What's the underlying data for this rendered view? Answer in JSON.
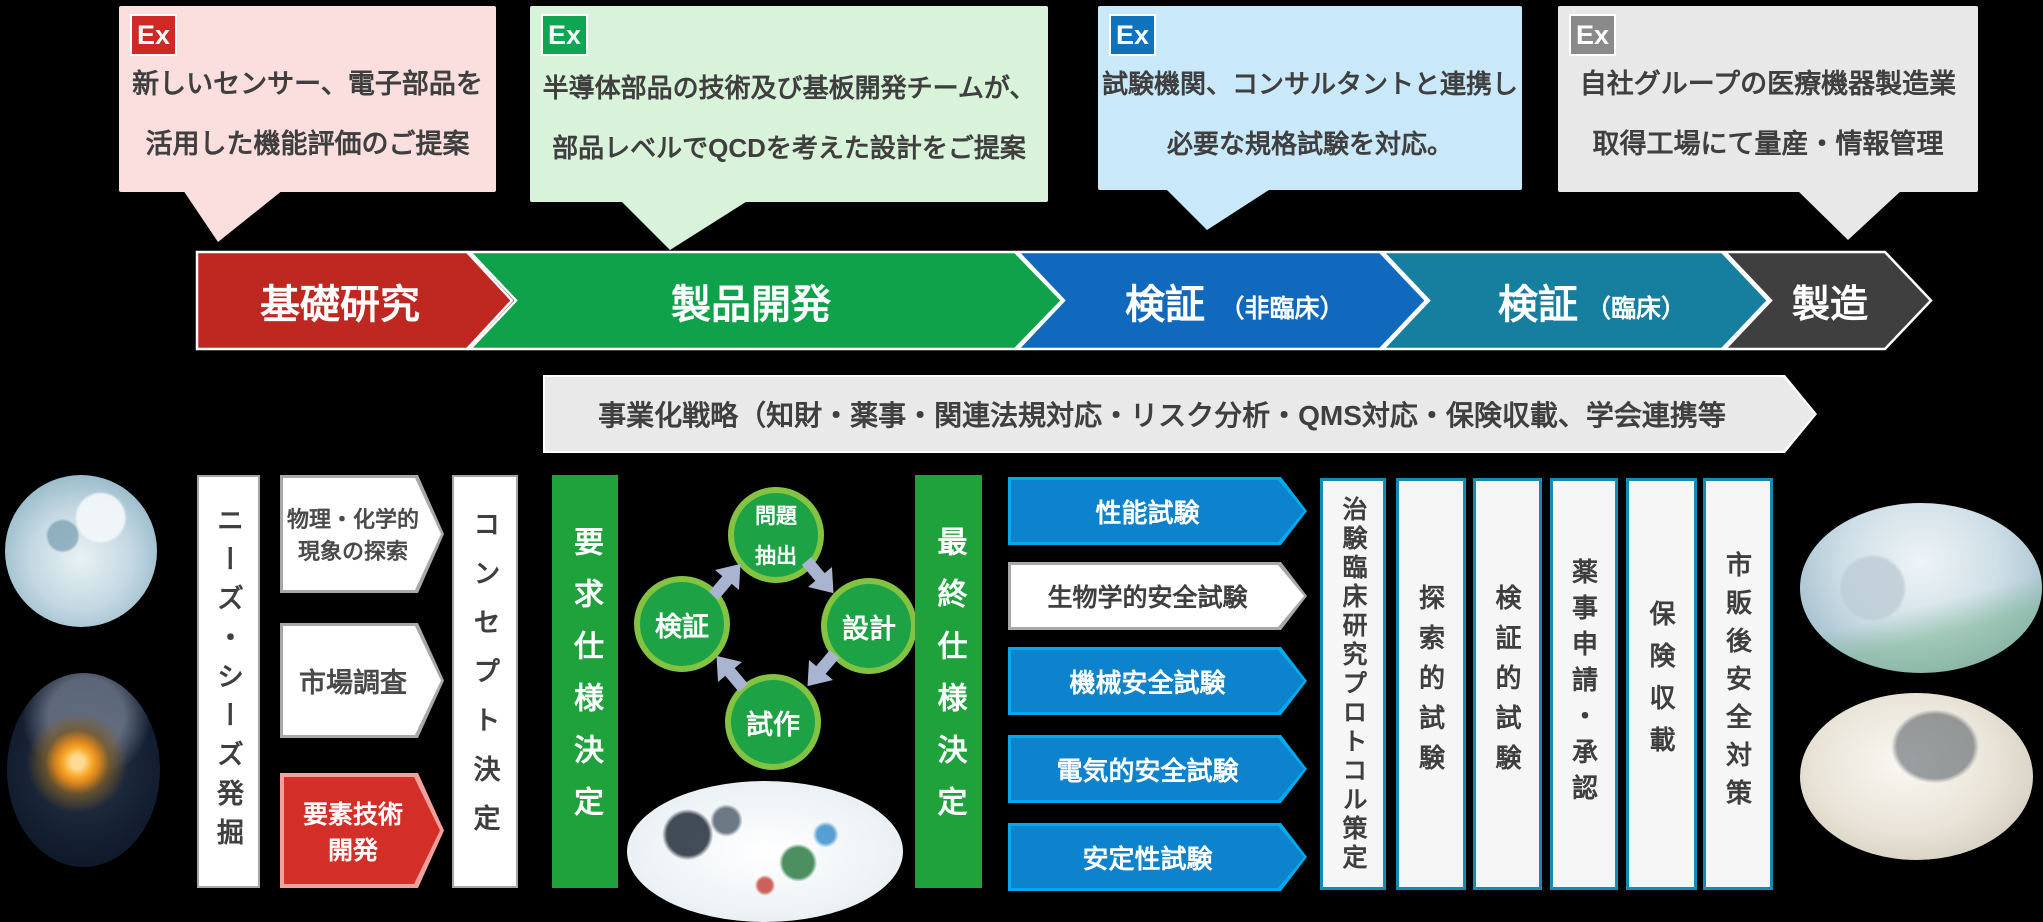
{
  "palette": {
    "background": "#000000",
    "stage_red": "#bf2721",
    "stage_green": "#10a24a",
    "stage_blue": "#1169bd",
    "stage_teal": "#167e9e",
    "stage_dark": "#3f3f3f",
    "callout_pink_bg": "#fbdede",
    "callout_green_bg": "#d9f3da",
    "callout_blue_bg": "#c9e9fa",
    "callout_gray_bg": "#e8e8e8",
    "badge_red": "#d02824",
    "badge_green": "#0ea653",
    "badge_blue": "#0f72bd",
    "badge_gray": "#8a8a8a",
    "test_banner_blue": "#0d82cd",
    "test_banner_border": "#00aaee",
    "clinical_column_border": "#128cb4",
    "cycle_green": "#1da345",
    "cycle_ring_green": "#84c341",
    "cycle_arrow_gray": "#a9b4d0",
    "element_red_box": "#d32f28",
    "text_dark": "#3f3f3f"
  },
  "callouts": [
    {
      "badge": "Ex",
      "line1": "新しいセンサー、電子部品を",
      "line2": "活用した機能評価のご提案"
    },
    {
      "badge": "Ex",
      "line1": "半導体部品の技術及び基板開発チームが、",
      "line2": "部品レベルでQCDを考えた設計をご提案"
    },
    {
      "badge": "Ex",
      "line1": "試験機関、コンサルタントと連携し",
      "line2": "必要な規格試験を対応。"
    },
    {
      "badge": "Ex",
      "line1": "自社グループの医療機器製造業",
      "line2": "取得工場にて量産・情報管理"
    }
  ],
  "stages": [
    {
      "label": "基礎研究",
      "sub": ""
    },
    {
      "label": "製品開発",
      "sub": ""
    },
    {
      "label": "検証",
      "sub": "（非臨床）"
    },
    {
      "label": "検証",
      "sub": "（臨床）"
    },
    {
      "label": "製造",
      "sub": ""
    }
  ],
  "strategy_banner": "事業化戦略（知財・薬事・関連法規対応・リスク分析・QMS対応・保険収載、学会連携等",
  "discovery": {
    "needs_seeds": "ニーズ・シーズ発掘",
    "item1_line1": "物理・化学的",
    "item1_line2": "現象の探索",
    "item2": "市場調査",
    "item3_line1": "要素技術",
    "item3_line2": "開発",
    "concept": "コンセプト決定"
  },
  "development": {
    "request_spec": "要求仕様決定",
    "cycle_top_line1": "問題",
    "cycle_top_line2": "抽出",
    "cycle_right": "設計",
    "cycle_bottom": "試作",
    "cycle_left": "検証",
    "final_spec": "最終仕様決定"
  },
  "tests": [
    "性能試験",
    "生物学的安全試験",
    "機械安全試験",
    "電気的安全試験",
    "安定性試験"
  ],
  "clinical_columns": [
    "治験臨床研究プロトコル策定",
    "探索的試験",
    "検証的試験",
    "薬事申請・承認",
    "保険収載",
    "市販後安全対策"
  ]
}
